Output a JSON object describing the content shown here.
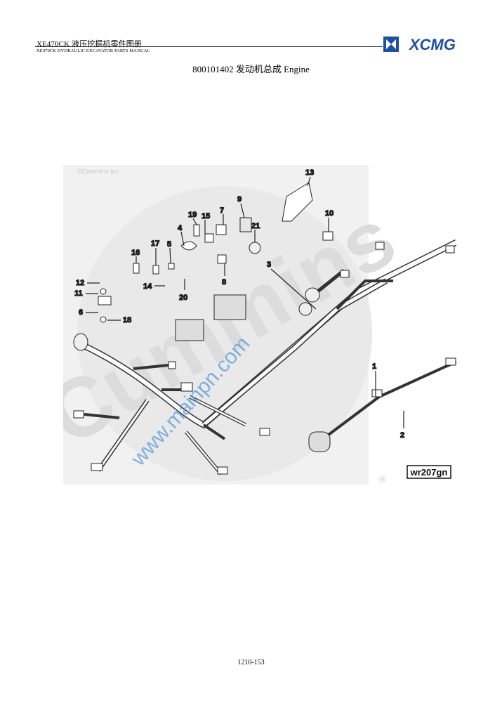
{
  "header": {
    "title": "XE470CK  液压挖掘机零件图册",
    "subtitle": "XE470CK HYDRAULIC EXCAVATOR PARTS MANUAL",
    "logo_text": "XCMG",
    "brand_color": "#1f4fa3"
  },
  "page_heading": "800101402 发动机总成 Engine",
  "figure": {
    "copyright": "©Cummins Inc",
    "watermark": "www.mainpn.com",
    "drawing_code": "wr207gn",
    "callouts": [
      "1",
      "2",
      "3",
      "4",
      "5",
      "6",
      "7",
      "8",
      "9",
      "10",
      "11",
      "12",
      "13",
      "14",
      "15",
      "16",
      "17",
      "18",
      "19",
      "20",
      "21"
    ]
  },
  "footer": {
    "page_number": "1210-153"
  }
}
